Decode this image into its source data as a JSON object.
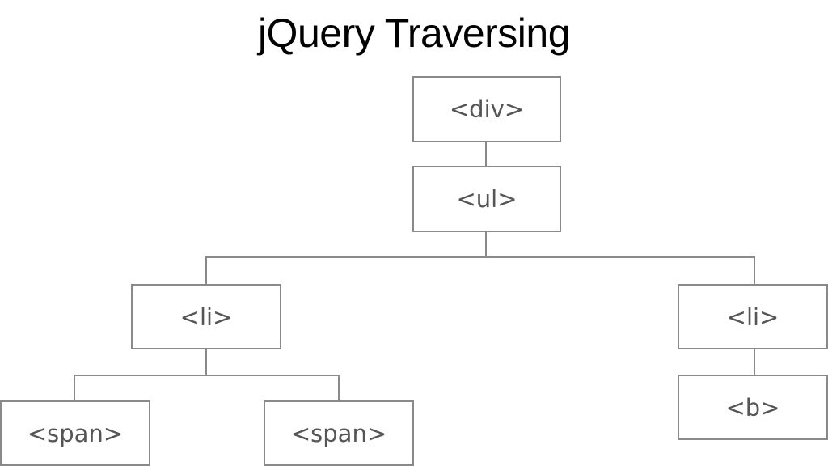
{
  "slide": {
    "title": "jQuery Traversing"
  },
  "diagram": {
    "nodes": {
      "div": "<div>",
      "ul": "<ul>",
      "li_left": "<li>",
      "li_right": "<li>",
      "span_1": "<span>",
      "span_2": "<span>",
      "b": "<b>"
    },
    "colors": {
      "border": "#8a8a8a",
      "text": "#555555",
      "background": "#ffffff"
    }
  }
}
